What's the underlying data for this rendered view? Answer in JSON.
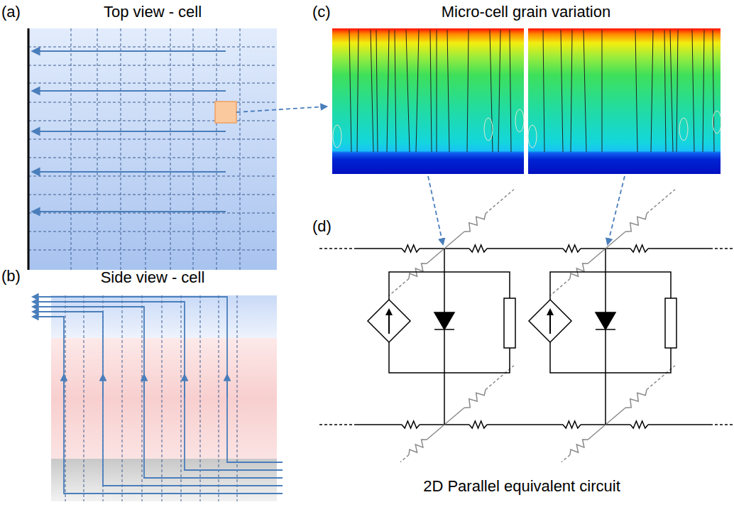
{
  "diagram": {
    "labels": [
      "(a)",
      "Top view - cell",
      "(c)",
      "Micro-cell grain variation",
      "(b)",
      "Side view - cell",
      "(d)",
      "2D Parallel equivalent circuit"
    ]
  }
}
